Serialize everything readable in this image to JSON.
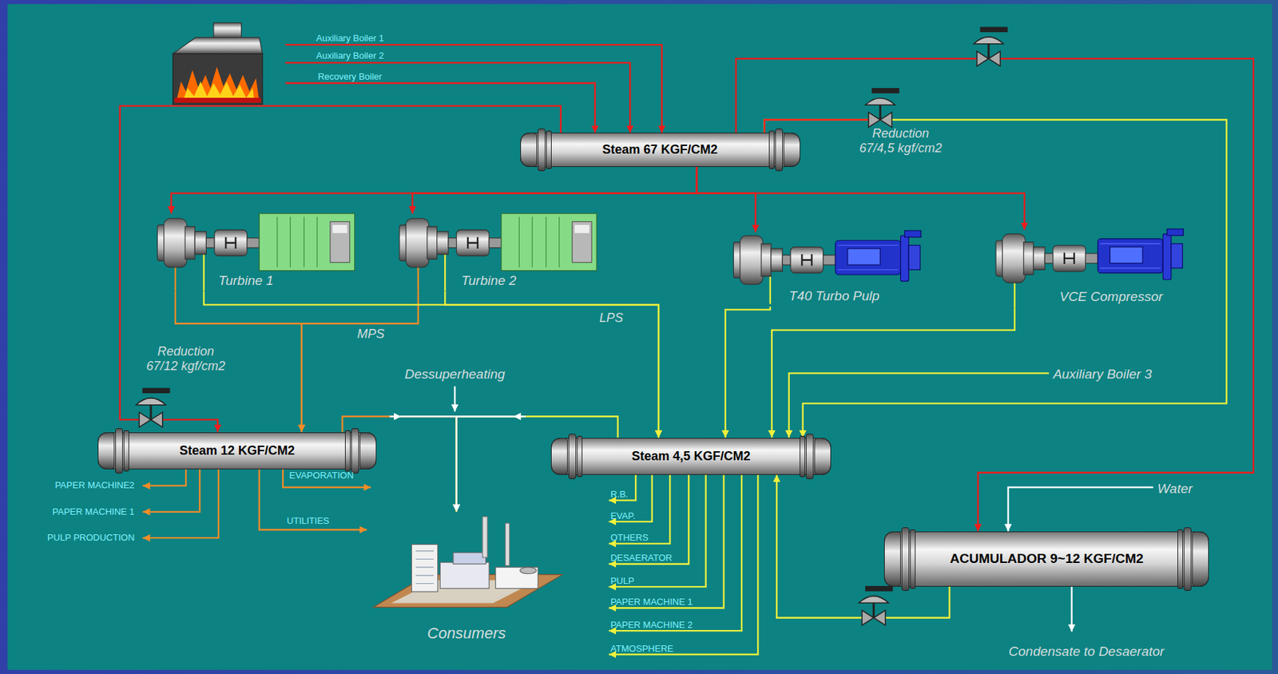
{
  "diagram": {
    "nodes": [
      {
        "text": [
          "Steam 67 KGF/CM2"
        ]
      },
      {
        "text": [
          "Turbine 1"
        ]
      },
      {
        "text": [
          "Turbine 2"
        ]
      },
      {
        "text": [
          "T40 Turbo Pulp"
        ]
      },
      {
        "text": [
          "VCE Compressor"
        ]
      },
      {
        "text": [
          "Steam 12 KGF/CM2"
        ]
      },
      {
        "text": [
          "Steam 4,5 KGF/CM2"
        ]
      },
      {
        "text": [
          "ACUMULADOR 9~12 KGF/CM2"
        ]
      },
      {
        "text": [
          "Consumers"
        ]
      }
    ],
    "edges": [
      {
        "from": 0,
        "to": 5,
        "arrow": "to",
        "label": "Reduction 67/12 kgf/cm2"
      },
      {
        "from": 0,
        "to": 7,
        "arrow": "to"
      },
      {
        "from": 0,
        "to": 6,
        "arrow": "to",
        "label": "Reduction 67/4,5 kgf/cm2"
      },
      {
        "from": 0,
        "to": 1,
        "arrow": "to"
      },
      {
        "from": 0,
        "to": 2,
        "arrow": "to"
      },
      {
        "from": 0,
        "to": 3,
        "arrow": "to"
      },
      {
        "from": 0,
        "to": 4,
        "arrow": "to"
      },
      {
        "from": 1,
        "to": 5,
        "arrow": "to"
      },
      {
        "from": 2,
        "to": 5,
        "arrow": "to",
        "label": "MPS"
      },
      {
        "from": 1,
        "to": 6,
        "arrow": "to",
        "label": "LPS"
      },
      {
        "from": 2,
        "to": 6,
        "arrow": "to"
      },
      {
        "from": 3,
        "to": 6,
        "arrow": "to"
      },
      {
        "from": 4,
        "to": 6,
        "arrow": "to"
      },
      {
        "from": 7,
        "to": 6,
        "arrow": "to"
      },
      {
        "from": 5,
        "to": 8,
        "arrow": "to"
      },
      {
        "from": 6,
        "to": 8,
        "arrow": "to"
      }
    ],
    "labels": [
      "Auxiliary Boiler 1",
      "Auxiliary Boiler 2",
      "Recovery Boiler",
      "Dessuperheating",
      "Auxiliary Boiler 3",
      "EVAPORATION",
      "PAPER MACHINE2",
      "PAPER MACHINE 1",
      "UTILITIES",
      "PULP PRODUCTION",
      "R.B.",
      "EVAP.",
      "OTHERS",
      "DESAERATOR",
      "PULP",
      "PAPER MACHINE 1",
      "PAPER MACHINE 2",
      "ATMOSPHERE",
      "Water",
      "Condensate to Desaerator"
    ]
  }
}
